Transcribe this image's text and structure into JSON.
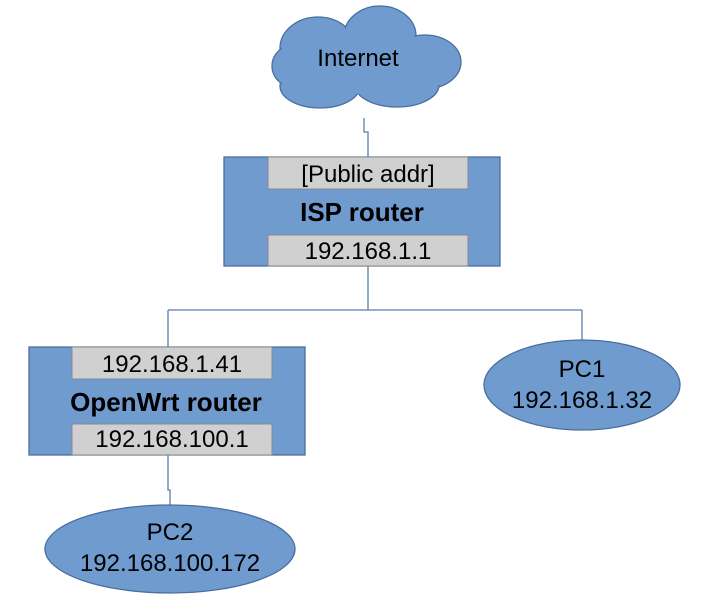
{
  "colors": {
    "node_fill": "#6f9bcf",
    "node_stroke": "#4a6f9e",
    "port_fill": "#d0d0d0",
    "port_stroke": "#8a8a8a",
    "link": "#5a7fae"
  },
  "internet": {
    "label": "Internet",
    "icon": "cloud-icon"
  },
  "isp_router": {
    "top_port": "[Public addr]",
    "name": "ISP router",
    "bottom_port": "192.168.1.1"
  },
  "openwrt_router": {
    "top_port": "192.168.1.41",
    "name": "OpenWrt router",
    "bottom_port": "192.168.100.1"
  },
  "pc1": {
    "name": "PC1",
    "address": "192.168.1.32"
  },
  "pc2": {
    "name": "PC2",
    "address": "192.168.100.172"
  }
}
